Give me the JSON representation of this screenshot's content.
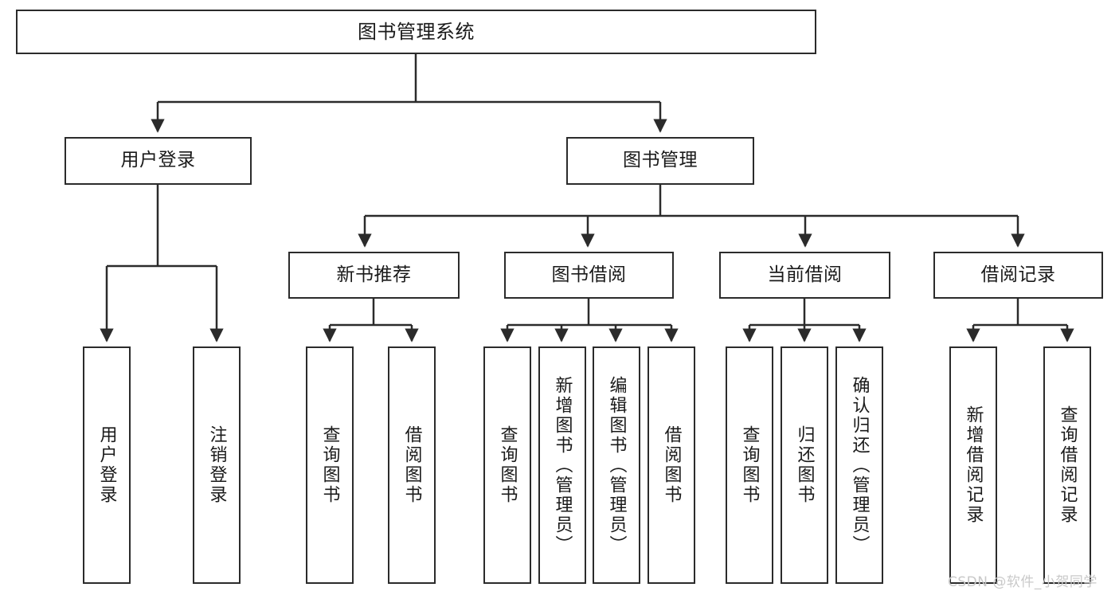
{
  "diagram": {
    "title": "图书管理系统",
    "type": "tree",
    "watermark": "CSDN @软件_小贺同学",
    "colors": {
      "box_border": "#2b2b2b",
      "box_fill": "#ffffff",
      "connector": "#2b2b2b",
      "text": "#1a1a1a",
      "watermark": "#c9c9c9",
      "background": "#ffffff"
    },
    "nodes": {
      "root": {
        "label": "图书管理系统"
      },
      "level2": [
        {
          "id": "user-login",
          "label": "用户登录"
        },
        {
          "id": "book-management",
          "label": "图书管理"
        }
      ],
      "level3": [
        {
          "id": "new-book-recommend",
          "label": "新书推荐"
        },
        {
          "id": "book-borrow",
          "label": "图书借阅"
        },
        {
          "id": "current-borrow",
          "label": "当前借阅"
        },
        {
          "id": "borrow-record",
          "label": "借阅记录"
        }
      ],
      "leaves": {
        "user-login": [
          {
            "id": "leaf-user-login",
            "label": "用户登录"
          },
          {
            "id": "leaf-logout-login",
            "label": "注销登录"
          }
        ],
        "new-book-recommend": [
          {
            "id": "leaf-query-book-1",
            "label": "查询图书"
          },
          {
            "id": "leaf-borrow-book-1",
            "label": "借阅图书"
          }
        ],
        "book-borrow": [
          {
            "id": "leaf-query-book-2",
            "label": "查询图书"
          },
          {
            "id": "leaf-add-book",
            "label": "新增图书（管理员）"
          },
          {
            "id": "leaf-edit-book",
            "label": "编辑图书（管理员）"
          },
          {
            "id": "leaf-borrow-book-2",
            "label": "借阅图书"
          }
        ],
        "current-borrow": [
          {
            "id": "leaf-query-book-3",
            "label": "查询图书"
          },
          {
            "id": "leaf-return-book",
            "label": "归还图书"
          },
          {
            "id": "leaf-confirm-return",
            "label": "确认归还（管理员）"
          }
        ],
        "borrow-record": [
          {
            "id": "leaf-add-record",
            "label": "新增借阅记录"
          },
          {
            "id": "leaf-query-record",
            "label": "查询借阅记录"
          }
        ]
      }
    }
  }
}
